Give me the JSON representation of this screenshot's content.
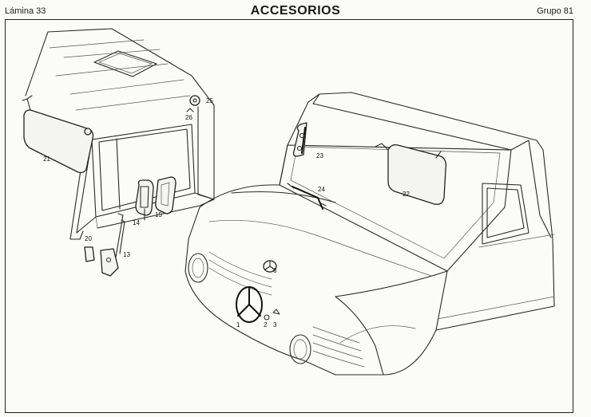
{
  "header": {
    "plate": "Lámina 33",
    "title": "ACCESORIOS",
    "group": "Grupo 81"
  },
  "callouts": [
    "21",
    "25",
    "26",
    "23",
    "24",
    "22",
    "14",
    "15",
    "20",
    "13",
    "6",
    "1",
    "2",
    "3"
  ]
}
